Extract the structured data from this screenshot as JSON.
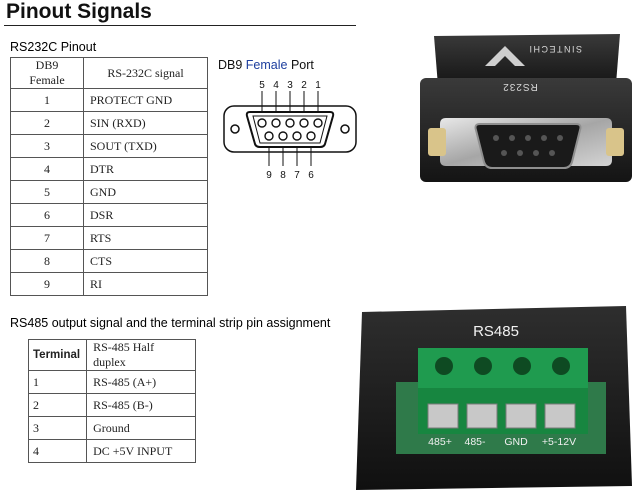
{
  "page_title": "Pinout Signals",
  "rs232": {
    "section_label": "RS232C Pinout",
    "headers": [
      "DB9 Female",
      "RS-232C  signal"
    ],
    "rows": [
      [
        "1",
        "PROTECT GND"
      ],
      [
        "2",
        "SIN (RXD)"
      ],
      [
        "3",
        "SOUT (TXD)"
      ],
      [
        "4",
        "DTR"
      ],
      [
        "5",
        "GND"
      ],
      [
        "6",
        "DSR"
      ],
      [
        "7",
        "RTS"
      ],
      [
        "8",
        "CTS"
      ],
      [
        "9",
        "RI"
      ]
    ]
  },
  "port_diagram": {
    "label_prefix": "DB9 ",
    "label_highlight": "Female",
    "label_suffix": " Port",
    "top_pins": [
      "5",
      "4",
      "3",
      "2",
      "1"
    ],
    "bottom_pins": [
      "9",
      "8",
      "7",
      "6"
    ]
  },
  "rs485": {
    "section_label": "RS485 output signal and the terminal strip pin assignment",
    "headers": [
      "Terminal",
      "RS-485 Half duplex"
    ],
    "rows": [
      [
        "1",
        "RS-485 (A+)"
      ],
      [
        "2",
        "RS-485 (B-)"
      ],
      [
        "3",
        "Ground"
      ],
      [
        "4",
        "DC +5V INPUT"
      ]
    ]
  },
  "adapter_photo": {
    "brand": "SINTECHI",
    "model": "RS232"
  },
  "terminal_photo": {
    "title": "RS485",
    "terminal_labels": [
      "485+",
      "485-",
      "GND",
      "+5-12V"
    ]
  },
  "colors": {
    "terminal_green": "#1f9b4f",
    "housing_black": "#1b1b1b",
    "port_blue": "#1d3e9e"
  }
}
